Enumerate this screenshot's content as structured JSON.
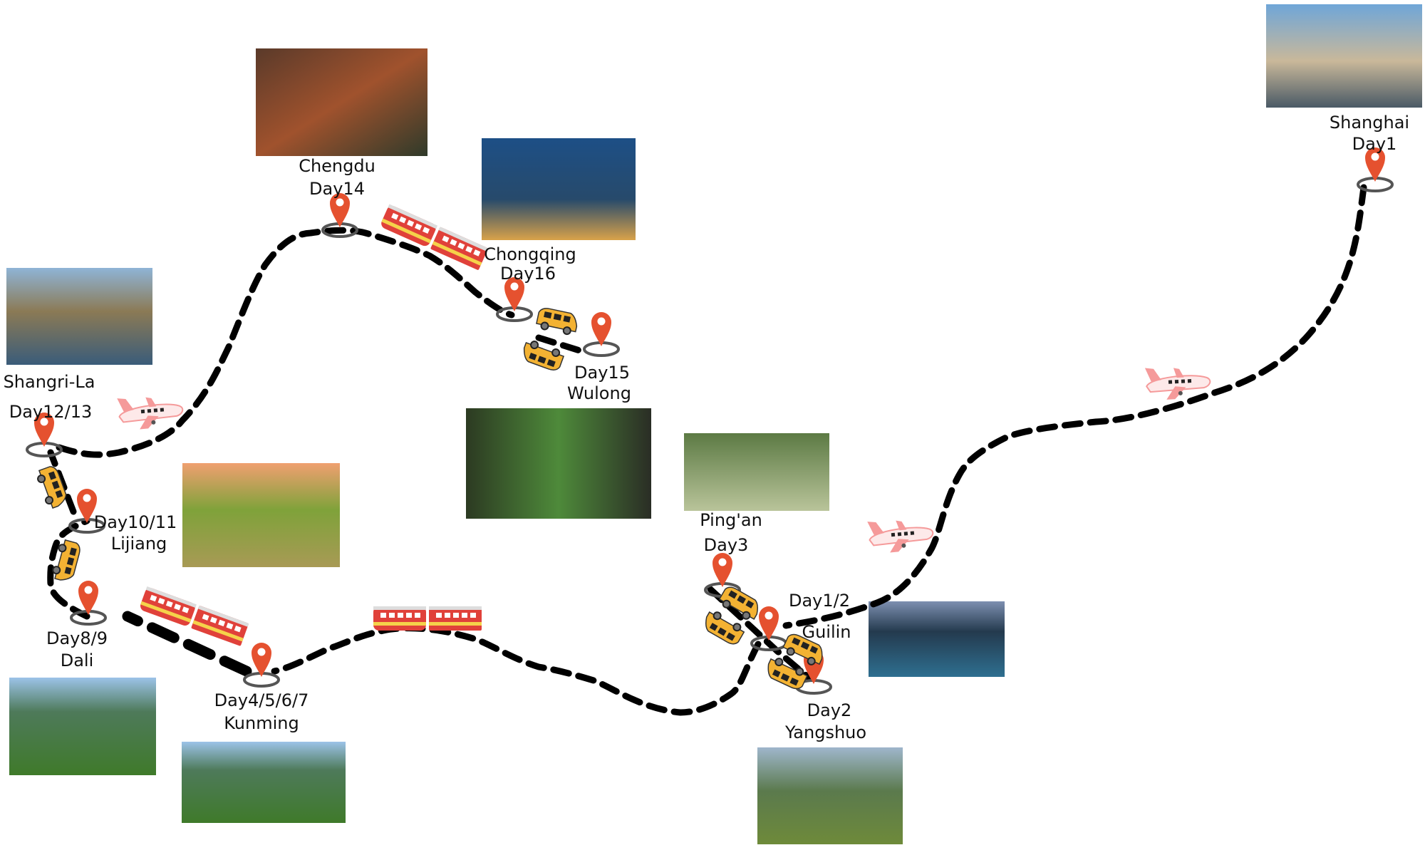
{
  "stops": [
    {
      "id": "shanghai",
      "lines": [
        "Shanghai",
        "Day1"
      ]
    },
    {
      "id": "chengdu",
      "lines": [
        "Chengdu",
        "Day14"
      ]
    },
    {
      "id": "chongqing",
      "lines": [
        "Chongqing",
        "Day16"
      ]
    },
    {
      "id": "wulong",
      "lines": [
        "Day15",
        "Wulong"
      ]
    },
    {
      "id": "shangrila",
      "lines": [
        "Shangri-La",
        "Day12/13"
      ]
    },
    {
      "id": "lijiang",
      "lines": [
        "Day10/11",
        "Lijiang"
      ]
    },
    {
      "id": "dali",
      "lines": [
        "Day8/9",
        "Dali"
      ]
    },
    {
      "id": "kunming",
      "lines": [
        "Day4/5/6/7",
        "Kunming"
      ]
    },
    {
      "id": "pingan",
      "lines": [
        "Ping'an",
        "Day3"
      ]
    },
    {
      "id": "guilin",
      "lines": [
        "Day1/2",
        "Guilin"
      ]
    },
    {
      "id": "yangshuo",
      "lines": [
        "Day2",
        "Yangshuo"
      ]
    }
  ],
  "icons": {
    "pin": "map-pin-icon",
    "plane": "airplane-icon",
    "train": "train-icon",
    "car": "car-icon"
  },
  "colors": {
    "pin": "#e5512f",
    "route": "#000000",
    "car": "#f3b233",
    "train": "#e0413a",
    "plane": "#f59a9a"
  }
}
